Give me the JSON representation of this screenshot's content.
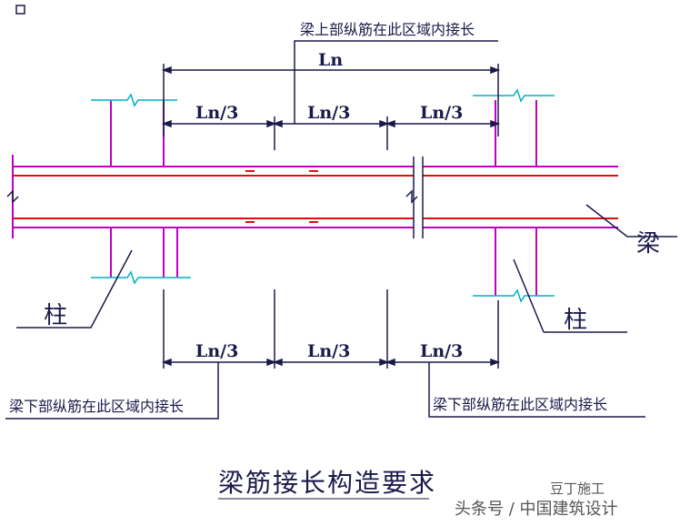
{
  "top_note": "梁上部纵筋在此区域内接长",
  "span_label": "Ln",
  "third_labels_top": [
    "Ln/3",
    "Ln/3",
    "Ln/3"
  ],
  "third_labels_bottom": [
    "Ln/3",
    "Ln/3",
    "Ln/3"
  ],
  "bottom_note_left": "梁下部纵筋在此区域内接长",
  "bottom_note_right": "梁下部纵筋在此区域内接长",
  "column_label": "柱",
  "beam_label": "梁",
  "title": "梁筋接长构造要求",
  "watermark": "头条号 / 中国建筑设计",
  "watermark_brand": "豆丁施工",
  "colors": {
    "column_lines": "#c000c0",
    "beam_bars": "#e01010",
    "dimension_lines": "#1a1a4a",
    "break_marks": "#00b0c0"
  }
}
